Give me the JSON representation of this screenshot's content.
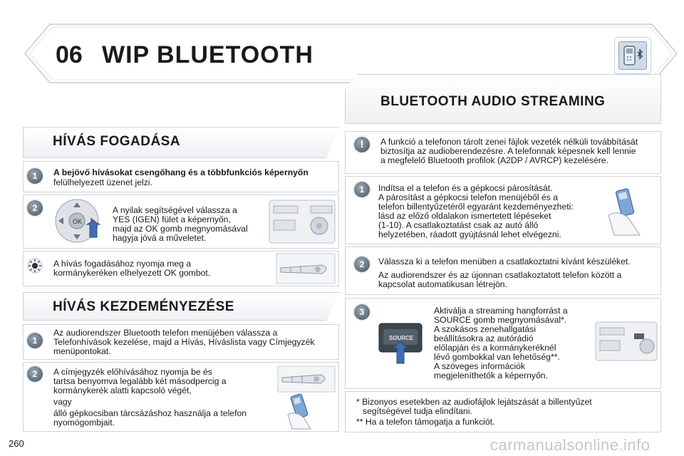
{
  "header": {
    "chapter_number": "06",
    "title": "WIP BLUETOOTH",
    "icon": "bluetooth-phone-icon"
  },
  "left": {
    "receiving": {
      "title": "HÍVÁS FOGADÁSA",
      "step1": {
        "num": "1",
        "bold_text": "A bejövő hívásokat csengőhang és a többfunkciós képernyőn",
        "text": "felülhelyezett üzenet jelzi."
      },
      "step2": {
        "num": "2",
        "lines": [
          "A nyilak segítségével válassza a",
          "YES (IGEN) fület a képernyőn,",
          "majd az OK gomb megnyomásával",
          "hagyja jóvá a műveletet."
        ],
        "ok_label": "OK"
      },
      "tip": {
        "icon": "sun-tip-icon",
        "lines": [
          "A hívás fogadásához nyomja meg a",
          "kormánykeréken elhelyezett OK gombot."
        ]
      }
    },
    "making": {
      "title": "HÍVÁS KEZDEMÉNYEZÉSE",
      "step1": {
        "num": "1",
        "lines": [
          "Az audiorendszer Bluetooth telefon menüjében válassza a",
          "Telefonhívások kezelése, majd a Hívás, Híváslista vagy Címjegyzék",
          "menüpontokat."
        ]
      },
      "step2": {
        "num": "2",
        "lines": [
          "A címjegyzék előhívásához nyomja be és",
          "tartsa benyomva legalább két másodpercig a",
          "kormánykerék alatti kapcsoló végét,"
        ],
        "or": "vagy",
        "lines2": [
          "álló gépkocsiban tárcsázáshoz használja a telefon",
          "nyomógombjait."
        ]
      }
    }
  },
  "right": {
    "title": "BLUETOOTH AUDIO STREAMING",
    "warning": {
      "badge": "!",
      "lines": [
        "A funkció a telefonon tárolt zenei fájlok vezeték nélküli továbbítását",
        "biztosítja az audioberendezésre. A telefonnak képesnek kell lennie",
        "a megfelelő Bluetooth profilok (A2DP / AVRCP) kezelésére."
      ]
    },
    "step1": {
      "num": "1",
      "lines": [
        "Indítsa el a telefon és a gépkocsi párosítását.",
        "A párosítást a gépkocsi telefon menüjéből és a",
        "telefon billentyűzetéről egyaránt kezdeményezheti:",
        "lásd az előző oldalakon ismertetett lépéseket",
        "(1-10). A csatlakoztatást csak az autó álló",
        "helyzetében, ráadott gyújtásnál lehet elvégezni."
      ]
    },
    "step2": {
      "num": "2",
      "line1": "Válassza ki a telefon menüben a csatlakoztatni kívánt készüléket.",
      "lines": [
        "Az audiorendszer és az újonnan csatlakoztatott telefon között a",
        "kapcsolat automatikusan létrejön."
      ]
    },
    "step3": {
      "num": "3",
      "lines": [
        "Aktiválja a streaming hangforrást a",
        "SOURCE gomb megnyomásával*.",
        "A szokásos zenehallgatási",
        "beállításokra az autórádió",
        "előlapján és a kormánykeréknél",
        "lévő gombokkal van lehetőség**.",
        "A szöveges információk",
        "megjeleníthetők a képernyőn."
      ],
      "source_label": "SOURCE"
    },
    "footnotes": [
      "* Bizonyos esetekben az audiofájlok lejátszását a billentyűzet",
      "segítségével tudja elindítani.",
      "** Ha a telefon támogatja a funkciót."
    ]
  },
  "page_number": "260",
  "watermark": "carmanualsonline.info"
}
